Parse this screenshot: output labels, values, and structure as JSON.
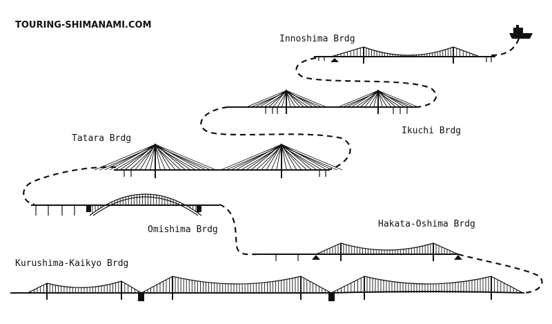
{
  "site": {
    "title": "TOURING-SHIMANAMI.COM"
  },
  "bridges": {
    "innoshima": "Innoshima Brdg",
    "ikuchi": "Ikuchi Brdg",
    "tatara": "Tatara Brdg",
    "omishima": "Omishima Brdg",
    "hakata_oshima": "Hakata-Oshima Brdg",
    "kurushima_kaikyo": "Kurushima-Kaikyo Brdg"
  },
  "icons": {
    "ship": "ship-icon"
  }
}
